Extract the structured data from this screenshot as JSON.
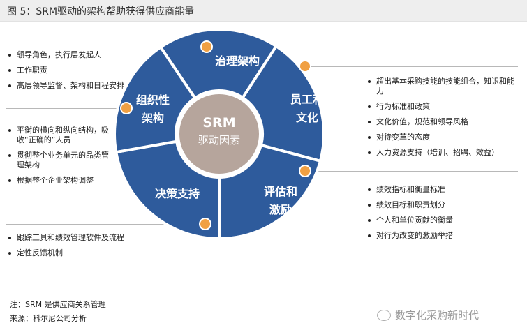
{
  "title": "图 5：SRM驱动的架构帮助获得供应商能量",
  "center": {
    "line1": "SRM",
    "line2": "驱动因素"
  },
  "segments": [
    {
      "id": "governance",
      "line1": "治理架构",
      "line2": ""
    },
    {
      "id": "people",
      "line1": "员工和",
      "line2": "文化"
    },
    {
      "id": "incentive",
      "line1": "评估和",
      "line2": "激励"
    },
    {
      "id": "decision",
      "line1": "决策支持",
      "line2": ""
    },
    {
      "id": "organization",
      "line1": "组织性",
      "line2": "架构"
    }
  ],
  "bullets": {
    "governance": [
      "领导角色，执行层发起人",
      "工作职责",
      "高层领导监督、架构和日程安排"
    ],
    "people": [
      "超出基本采购技能的技能组合，知识和能力",
      "行为标准和政策",
      "文化价值，规范和领导风格",
      "对待变革的态度",
      "人力资源支持（培训、招聘、效益）"
    ],
    "incentive": [
      "绩效指标和衡量标准",
      "绩效目标和职责划分",
      "个人和单位贡献的衡量",
      "对行为改变的激励举措"
    ],
    "decision": [
      "跟踪工具和绩效管理软件及流程",
      "定性反馈机制"
    ],
    "organization": [
      "平衡的横向和纵向结构，吸收“正确的”人员",
      "贯彻整个业务单元的品类管理架构",
      "根据整个企业架构调整"
    ]
  },
  "notes": {
    "note": "注：SRM 是供应商关系管理",
    "source": "来源：科尔尼公司分析"
  },
  "watermark": "数字化采购新时代",
  "colors": {
    "ring": "#2e5b9c",
    "center": "#b6a59c",
    "dot": "#f0a043",
    "divider": "#ffffff",
    "title_bg": "#eeeeee"
  }
}
